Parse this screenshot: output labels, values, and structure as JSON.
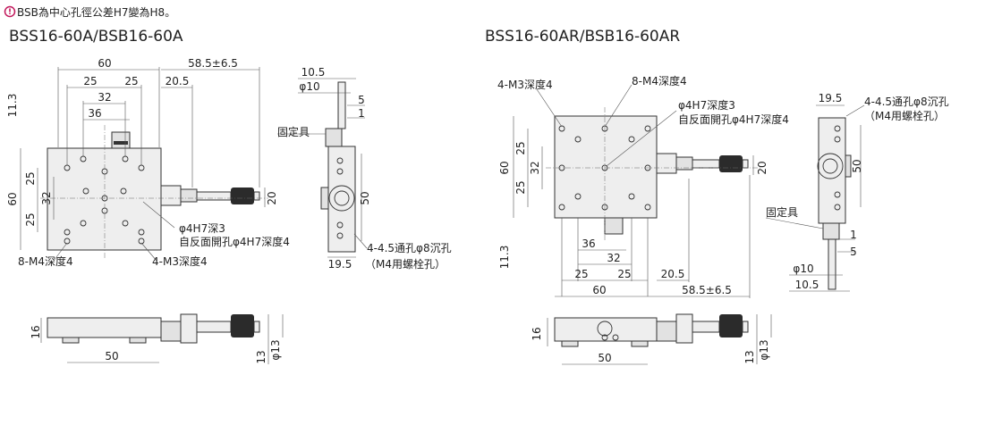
{
  "note": {
    "icon": "warning-icon",
    "text": "BSB為中心孔徑公差H7變為H8。",
    "icon_color": "#c2185b"
  },
  "left": {
    "title": "BSS16-60A/BSB16-60A",
    "dims": {
      "w60": "60",
      "w58": "58.5±6.5",
      "w25a": "25",
      "w25b": "25",
      "w20_5": "20.5",
      "w32": "32",
      "w36": "36",
      "h11_3": "11.3",
      "h60": "60",
      "h25a": "25",
      "h32": "32",
      "h25b": "25",
      "h20": "20",
      "s10_5": "10.5",
      "sphi10": "φ10",
      "s5": "5",
      "s1": "1",
      "s50": "50",
      "s19_5": "19.5",
      "b16": "16",
      "b50": "50",
      "b13": "13",
      "bphi13": "φ13"
    },
    "labels": {
      "fixture": "固定具",
      "phi4": "φ4H7深3",
      "counterbore": "自反面開孔φ4H7深度4",
      "m4": "8-M4深度4",
      "m3": "4-M3深度4",
      "thru1": "4-4.5通孔φ8沉孔",
      "thru2": "（M4用螺栓孔）"
    }
  },
  "right": {
    "title": "BSS16-60AR/BSB16-60AR",
    "dims": {
      "w60": "60",
      "w58": "58.5±6.5",
      "w25a": "25",
      "w25b": "25",
      "w20_5": "20.5",
      "w32": "32",
      "w36": "36",
      "h11_3": "11.3",
      "h60": "60",
      "h25a": "25",
      "h32": "32",
      "h25b": "25",
      "h20": "20",
      "s19_5": "19.5",
      "s50": "50",
      "s1": "1",
      "s5": "5",
      "sphi10": "φ10",
      "s10_5": "10.5",
      "b16": "16",
      "b50": "50",
      "b13": "13",
      "bphi13": "φ13"
    },
    "labels": {
      "m3": "4-M3深度4",
      "m4": "8-M4深度4",
      "phi4": "φ4H7深度3",
      "counterbore": "自反面開孔φ4H7深度4",
      "thru1": "4-4.5通孔φ8沉孔",
      "thru2": "（M4用螺栓孔）",
      "fixture": "固定具"
    }
  }
}
